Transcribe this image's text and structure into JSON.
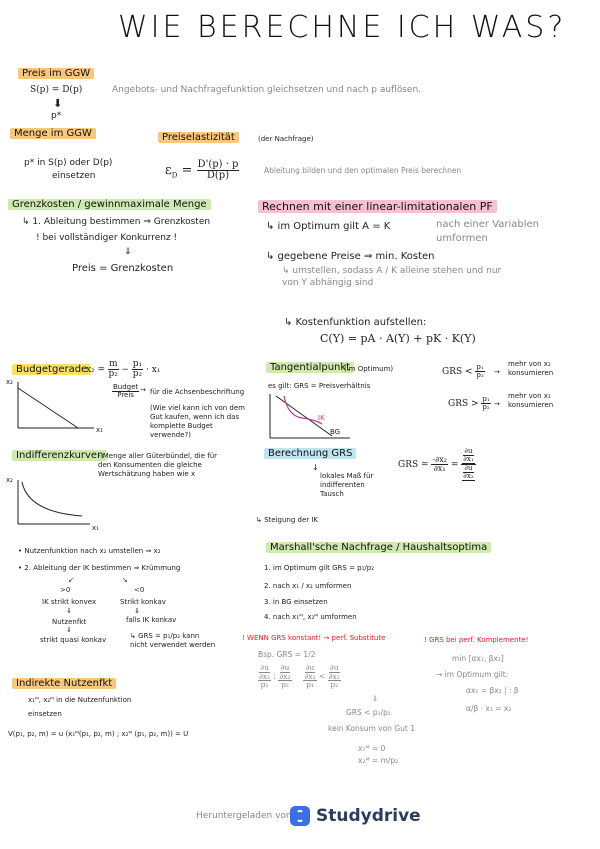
{
  "title": "WIE BERECHNE ICH WAS?",
  "preis_ggw": {
    "heading": "Preis im GGW",
    "eq": "S(p) = D(p)",
    "pstar": "p*",
    "note": "Angebots- und Nachfragefunktion gleichsetzen und nach p auflösen."
  },
  "menge_ggw": {
    "heading": "Menge im GGW",
    "line1": "p* in S(p) oder D(p)",
    "line2": "einsetzen"
  },
  "preiselast": {
    "heading": "Preiselastizität",
    "sub": "(der Nachfrage)",
    "eps": "ε",
    "eps_sub": "D",
    "num": "D'(p) · p",
    "den": "D(p)",
    "note": "Ableitung bilden und den optimalen Preis berechnen"
  },
  "grenz": {
    "heading": "Grenzkosten / gewinnmaximale Menge",
    "l1": "↳ 1. Ableitung bestimmen ⇒ Grenzkosten",
    "l2": "! bei vollständiger Konkurrenz !",
    "eq": "⇓",
    "l3": "Preis = Grenzkosten"
  },
  "linlim": {
    "heading": "Rechnen mit einer linear-limitationalen PF",
    "l1": "↳ im Optimum gilt A = K",
    "l1g": "nach einer Variablen umformen",
    "l2": "↳ gegebene Preise ⇒ min. Kosten",
    "l3": "↳ umstellen, sodass A / K alleine stehen und nur von Y abhängig sind",
    "l4": "↳ Kostenfunktion aufstellen:",
    "l5": "C(Y) = pA · A(Y) + pK · K(Y)"
  },
  "budget": {
    "heading": "Budgetgerade",
    "eq_lhs": "x₂ =",
    "m": "m",
    "p2": "p₂",
    "p1": "p₁",
    "tail": "· x₁",
    "label_top": "Budget",
    "label_bot": "Preis",
    "note1": "für die Achsenbeschriftung",
    "note2": "(Wie viel kann ich von dem Gut kaufen, wenn ich das komplette Budget verwende?)",
    "ax_y": "x₂",
    "ax_x": "x₁"
  },
  "tangential": {
    "heading": "Tangentialpunkt",
    "sub": "(im Optimum)",
    "l1": "es gilt: GRS = Preisverhältnis",
    "ik": "IK",
    "bg": "BG"
  },
  "grs": {
    "lt": "GRS <",
    "gt": "GRS >",
    "note_lt": "mehr von x₂ konsumieren",
    "note_gt": "mehr von x₁ konsumieren",
    "p1": "p₁",
    "p2": "p₂"
  },
  "berechnung_grs": {
    "heading": "Berechnung GRS",
    "note": "lokales Maß für indifferenten Tausch",
    "eq": "GRS =",
    "num": "-∂x₂",
    "den": "∂x₁",
    "du": "∂u",
    "dx1": "∂x₁",
    "dx2": "∂x₂"
  },
  "indiff": {
    "heading": "Indifferenzkurven",
    "note": "- Menge aller Güterbündel, die für den Konsumenten die gleiche Wertschätzung haben wie x",
    "steigung": "↳ Steigung der IK",
    "b1": "• Nutzenfunktion nach x₂ umstellen ⇒ x₂",
    "b2": "• 2. Ableitung der IK bestimmen ⇒ Krümmung",
    "gt0": ">0",
    "lt0": "<0",
    "c1": "IK strikt konvex",
    "c2": "Strikt konkav",
    "c3": "Nutzenfkt",
    "c4": "falls IK konkav",
    "c5": "strikt quasi konkav",
    "c6": "↳ GRS = p₁/p₂ kann nicht verwendet werden",
    "ax_y": "x₂",
    "ax_x": "x₁"
  },
  "marshall": {
    "heading": "Marshall'sche Nachfrage / Haushaltsoptima",
    "s1": "1. im Optimum gilt GRS = p₁/p₂",
    "s2": "2. nach x₁ / x₂ umformen",
    "s3": "3. in BG einsetzen",
    "s4": "4. nach x₁ᴹ, x₂ᴹ umformen"
  },
  "perf_sub": {
    "heading": "! WENN GRS konstant! → perf. Substitute",
    "bsp": "Bsp. GRS = 1/2",
    "cmp": "<",
    "grs_lt": "GRS < p₁/p₂",
    "kein": "kein Konsum von Gut 1",
    "x1m": "x₁ᴹ = 0",
    "x2m": "x₂ᴹ = m/p₂"
  },
  "perf_kompl": {
    "heading": "! GRS bei perf. Komplemente!",
    "l1": "min [αx₁, βx₂]",
    "l2": "→ im Optimum gilt:",
    "l3": "αx₁ = βx₂ | : β",
    "l4": "α/β · x₁ = x₂"
  },
  "indirekt": {
    "heading": "Indirekte Nutzenfkt",
    "l1": "x₁ᴹ, x₂ᴹ in die Nutzenfunktion",
    "l2": "einsetzen",
    "l3": "V(p₁, p₂, m) = u (x₁ᴹ(p₁, p₂, m) ; x₂ᴹ (p₁, p₂, m)) = U"
  },
  "footer": {
    "text": "Heruntergeladen von",
    "brand": "Studydrive"
  },
  "colors": {
    "orange": "#f7c77b",
    "green": "#cfeab0",
    "pink": "#f4c2cf",
    "blue": "#bfe3ef",
    "yellow": "#f9e06a",
    "red": "#d22222",
    "purple": "#b0419a"
  }
}
